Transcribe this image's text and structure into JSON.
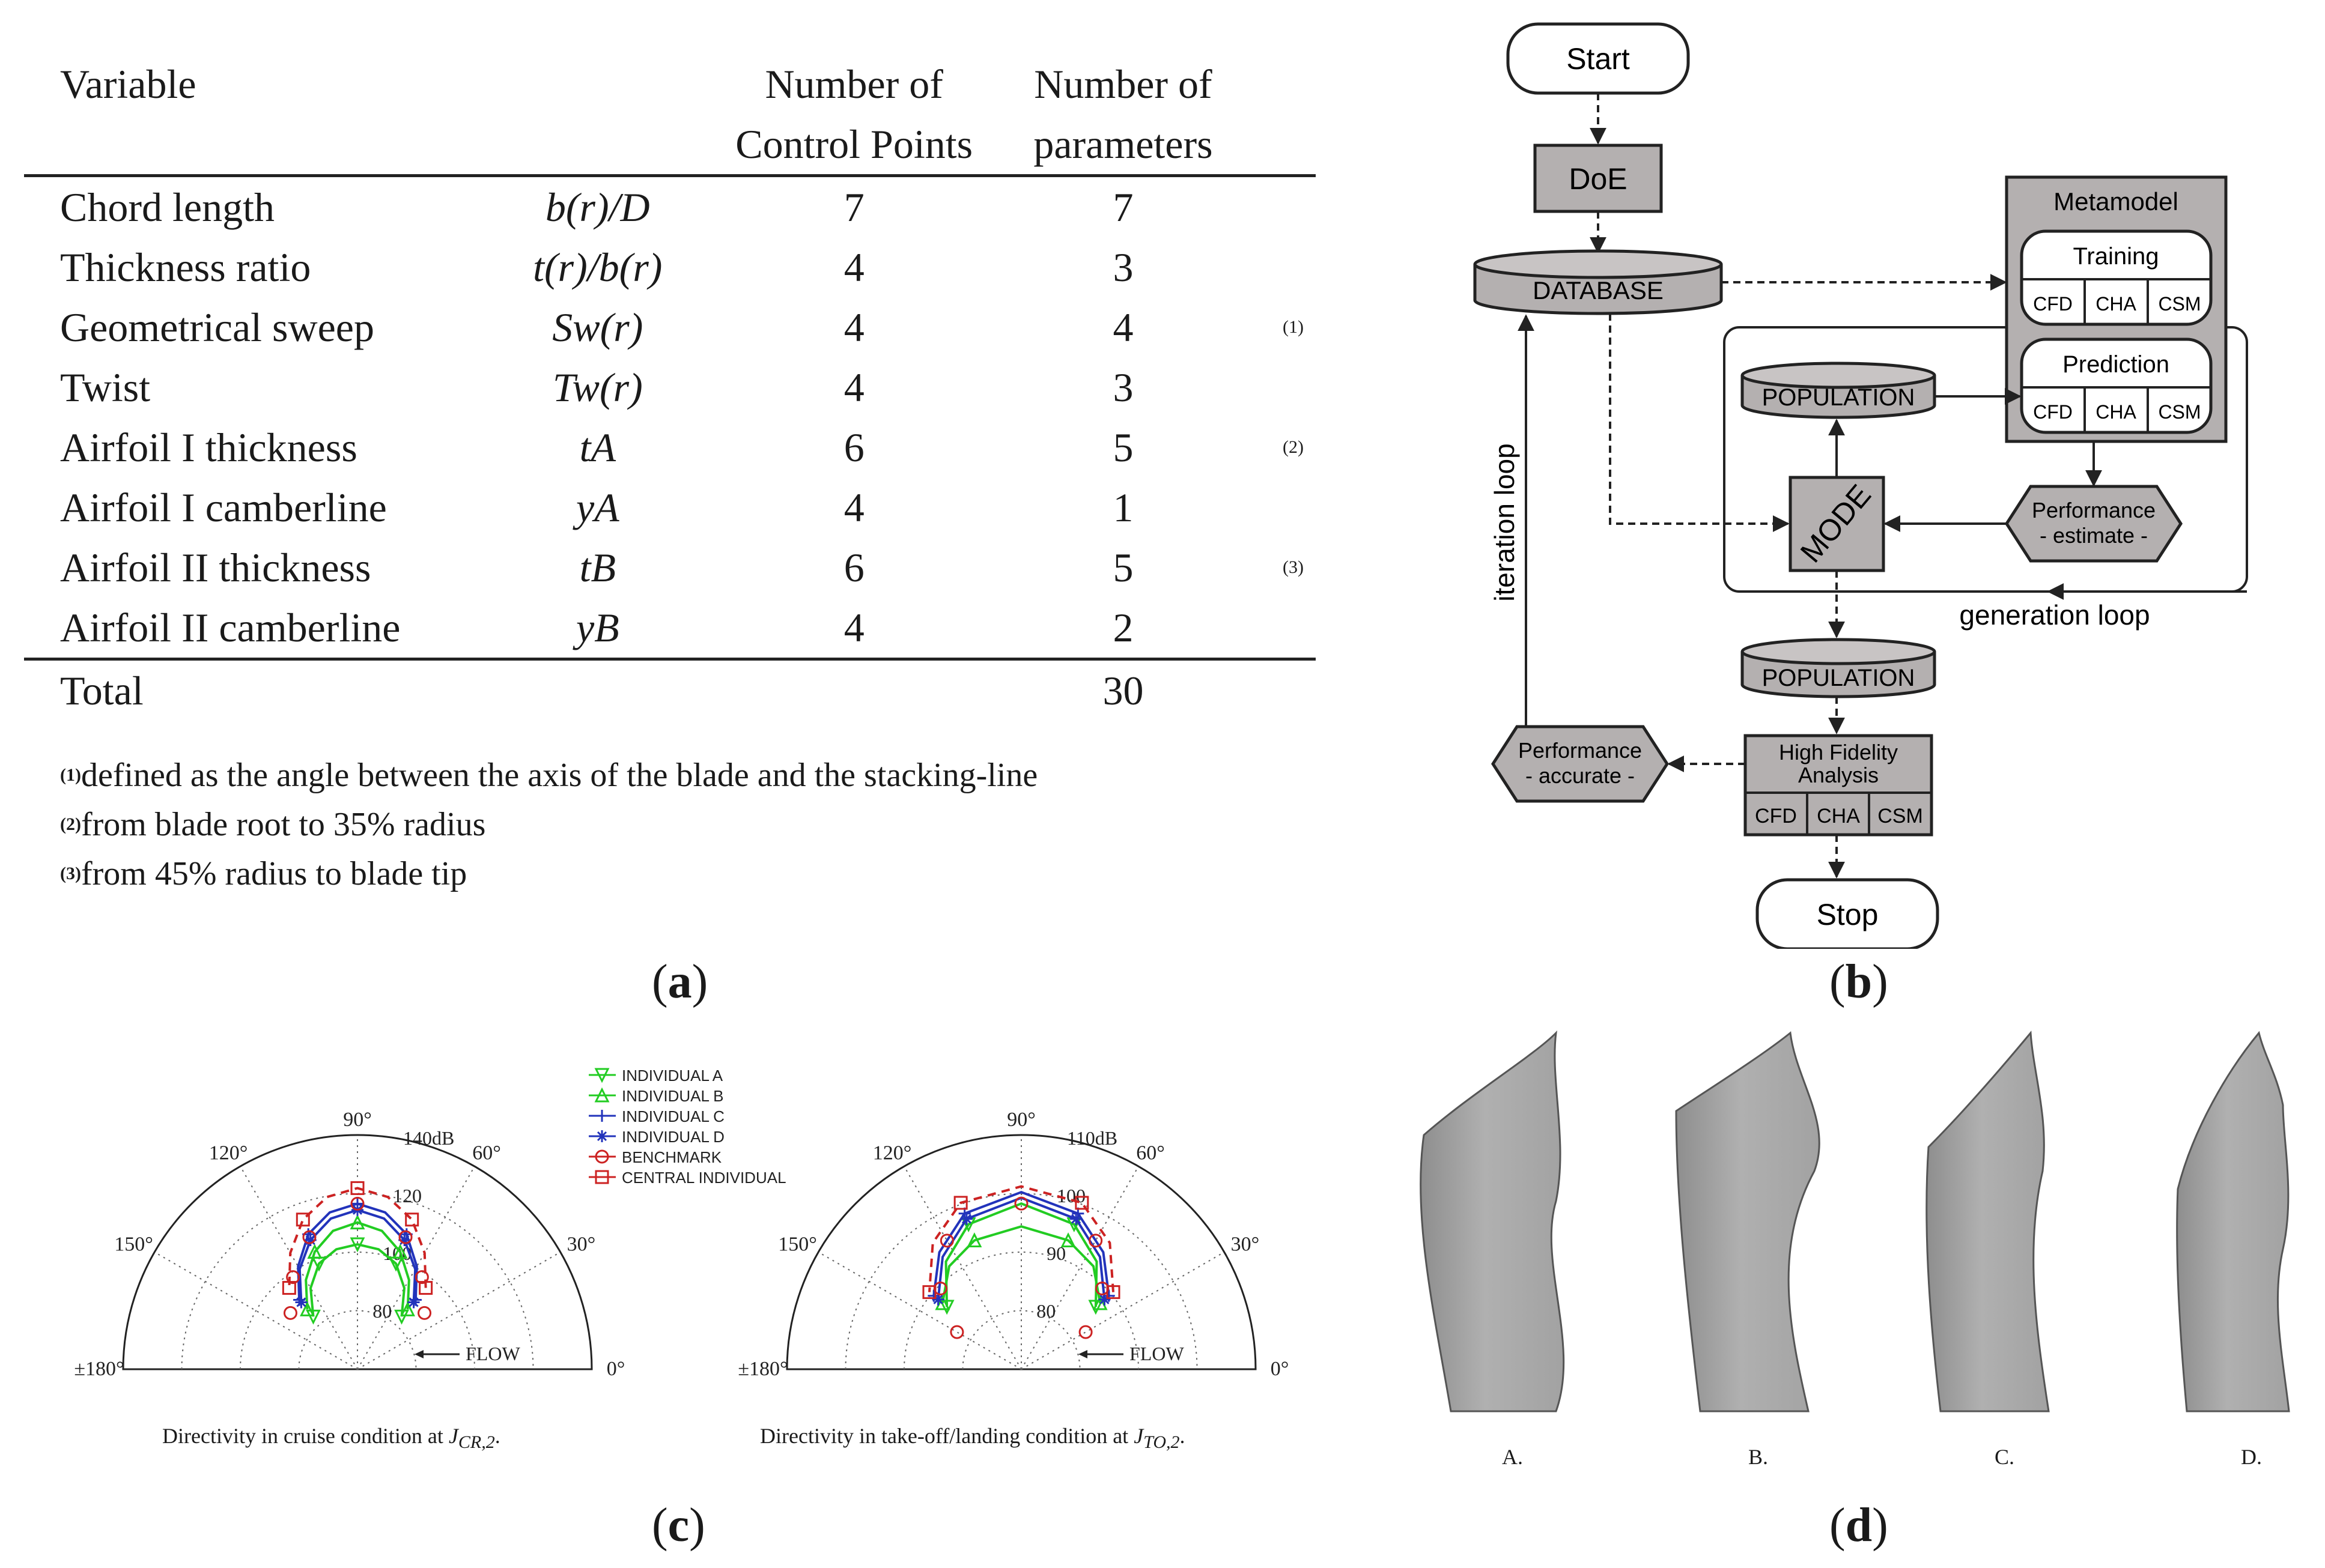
{
  "panel_a": {
    "label": "a",
    "headers": {
      "variable": "Variable",
      "ncp_line1": "Number of",
      "ncp_line2": "Control Points",
      "np_line1": "Number of",
      "np_line2": "parameters"
    },
    "rows": [
      {
        "name": "Chord length",
        "symbol": "b(r)/D",
        "ncp": "7",
        "np": "7",
        "note": ""
      },
      {
        "name": "Thickness ratio",
        "symbol": "t(r)/b(r)",
        "ncp": "4",
        "np": "3",
        "note": ""
      },
      {
        "name": "Geometrical sweep",
        "symbol": "Sw(r)",
        "ncp": "4",
        "np": "4",
        "note": "(1)"
      },
      {
        "name": "Twist",
        "symbol": "Tw(r)",
        "ncp": "4",
        "np": "3",
        "note": ""
      },
      {
        "name": "Airfoil I thickness",
        "symbol": "tA",
        "ncp": "6",
        "np": "5",
        "note": "(2)"
      },
      {
        "name": "Airfoil I camberline",
        "symbol": "yA",
        "ncp": "4",
        "np": "1",
        "note": ""
      },
      {
        "name": "Airfoil II thickness",
        "symbol": "tB",
        "ncp": "6",
        "np": "5",
        "note": "(3)"
      },
      {
        "name": "Airfoil II camberline",
        "symbol": "yB",
        "ncp": "4",
        "np": "2",
        "note": ""
      }
    ],
    "total": {
      "label": "Total",
      "value": "30"
    },
    "footnotes": [
      {
        "mark": "(1)",
        "text": "defined as the angle between the axis of the blade and the stacking-line"
      },
      {
        "mark": "(2)",
        "text": "from blade root to 35% radius"
      },
      {
        "mark": "(3)",
        "text": "from 45% radius to blade tip"
      }
    ]
  },
  "panel_b": {
    "label": "b",
    "start": "Start",
    "doe": "DoE",
    "database": "DATABASE",
    "metamodel": "Metamodel",
    "training": "Training",
    "prediction": "Prediction",
    "cfd": "CFD",
    "cha": "CHA",
    "csm": "CSM",
    "population": "POPULATION",
    "mode": "MODE",
    "perf_estimate_1": "Performance",
    "perf_estimate_2": "- estimate -",
    "generation_loop": "generation loop",
    "iteration_loop": "iteration loop",
    "hfa_1": "High Fidelity",
    "hfa_2": "Analysis",
    "perf_accurate_1": "Performance",
    "perf_accurate_2": "- accurate -",
    "stop": "Stop",
    "colors": {
      "box": "#b4b0b0",
      "border": "#222222"
    }
  },
  "panel_c": {
    "label": "c",
    "legend": [
      {
        "name": "INDIVIDUAL A",
        "color": "#22cc22",
        "marker": "tri-down"
      },
      {
        "name": "INDIVIDUAL B",
        "color": "#22cc22",
        "marker": "tri-up"
      },
      {
        "name": "INDIVIDUAL C",
        "color": "#2233bb",
        "marker": "plus"
      },
      {
        "name": "INDIVIDUAL D",
        "color": "#2233bb",
        "marker": "star"
      },
      {
        "name": "BENCHMARK",
        "color": "#cc2222",
        "marker": "circle"
      },
      {
        "name": "CENTRAL INDIVIDUAL",
        "color": "#cc2222",
        "marker": "square"
      }
    ],
    "angle_labels": [
      "±180°",
      "150°",
      "120°",
      "90°",
      "60°",
      "30°",
      "0°"
    ],
    "flow_label": "FLOW",
    "chart_data": [
      {
        "type": "line",
        "caption_prefix": "Directivity in cruise condition at ",
        "caption_var": "J",
        "caption_sub": "CR,2",
        "radial_labels": [
          "80",
          "100",
          "120",
          "140dB"
        ],
        "rlim": [
          70,
          145
        ],
        "series": [
          {
            "name": "INDIVIDUAL A",
            "points": [
              [
                50,
                92
              ],
              [
                60,
                100
              ],
              [
                70,
                106
              ],
              [
                80,
                109
              ],
              [
                90,
                110
              ],
              [
                100,
                109
              ],
              [
                110,
                106
              ],
              [
                120,
                100
              ],
              [
                130,
                92
              ]
            ]
          },
          {
            "name": "INDIVIDUAL B",
            "points": [
              [
                50,
                95
              ],
              [
                60,
                103
              ],
              [
                70,
                110
              ],
              [
                80,
                115
              ],
              [
                90,
                117
              ],
              [
                100,
                115
              ],
              [
                110,
                110
              ],
              [
                120,
                103
              ],
              [
                130,
                95
              ]
            ]
          },
          {
            "name": "INDIVIDUAL C",
            "points": [
              [
                50,
                99
              ],
              [
                60,
                108
              ],
              [
                70,
                116
              ],
              [
                80,
                121
              ],
              [
                90,
                123
              ],
              [
                100,
                121
              ],
              [
                110,
                116
              ],
              [
                120,
                108
              ],
              [
                130,
                99
              ]
            ]
          },
          {
            "name": "INDIVIDUAL D",
            "points": [
              [
                50,
                98
              ],
              [
                60,
                107
              ],
              [
                70,
                114
              ],
              [
                80,
                119
              ],
              [
                90,
                121
              ],
              [
                100,
                119
              ],
              [
                110,
                114
              ],
              [
                120,
                107
              ],
              [
                130,
                98
              ]
            ]
          },
          {
            "name": "BENCHMARK",
            "points": [
              [
                40,
                98
              ],
              [
                55,
                106
              ],
              [
                70,
                115
              ],
              [
                90,
                123
              ],
              [
                110,
                115
              ],
              [
                125,
                106
              ],
              [
                140,
                98
              ]
            ]
          },
          {
            "name": "CENTRAL INDIVIDUAL",
            "points": [
              [
                50,
                104
              ],
              [
                60,
                113
              ],
              [
                70,
                121
              ],
              [
                80,
                126
              ],
              [
                90,
                128
              ],
              [
                100,
                126
              ],
              [
                110,
                121
              ],
              [
                120,
                113
              ],
              [
                130,
                104
              ]
            ]
          }
        ]
      },
      {
        "type": "line",
        "caption_prefix": "Directivity in take-off/landing condition at ",
        "caption_var": "J",
        "caption_sub": "TO,2",
        "radial_labels": [
          "80",
          "90",
          "100",
          "110dB"
        ],
        "rlim": [
          75,
          116
        ],
        "series": [
          {
            "name": "INDIVIDUAL A",
            "points": [
              [
                40,
                92
              ],
              [
                55,
                98
              ],
              [
                70,
                102
              ],
              [
                90,
                104
              ],
              [
                110,
                102
              ],
              [
                125,
                98
              ],
              [
                140,
                92
              ]
            ]
          },
          {
            "name": "INDIVIDUAL B",
            "points": [
              [
                40,
                93
              ],
              [
                55,
                97
              ],
              [
                70,
                99
              ],
              [
                90,
                100
              ],
              [
                110,
                99
              ],
              [
                125,
                97
              ],
              [
                140,
                93
              ]
            ]
          },
          {
            "name": "INDIVIDUAL C",
            "points": [
              [
                40,
                95
              ],
              [
                55,
                100
              ],
              [
                70,
                104
              ],
              [
                90,
                106
              ],
              [
                110,
                104
              ],
              [
                125,
                100
              ],
              [
                140,
                95
              ]
            ]
          },
          {
            "name": "INDIVIDUAL D",
            "points": [
              [
                40,
                94
              ],
              [
                55,
                99
              ],
              [
                70,
                103
              ],
              [
                90,
                105
              ],
              [
                110,
                103
              ],
              [
                125,
                99
              ],
              [
                140,
                94
              ]
            ]
          },
          {
            "name": "BENCHMARK",
            "points": [
              [
                30,
                88
              ],
              [
                45,
                95
              ],
              [
                60,
                101
              ],
              [
                90,
                104
              ],
              [
                120,
                101
              ],
              [
                135,
                95
              ],
              [
                150,
                88
              ]
            ]
          },
          {
            "name": "CENTRAL INDIVIDUAL",
            "points": [
              [
                40,
                96
              ],
              [
                55,
                102
              ],
              [
                70,
                106
              ],
              [
                90,
                107
              ],
              [
                110,
                106
              ],
              [
                125,
                102
              ],
              [
                140,
                96
              ]
            ]
          }
        ]
      }
    ]
  },
  "panel_d": {
    "label": "d",
    "blades": [
      "A.",
      "B.",
      "C.",
      "D."
    ],
    "colors": {
      "blade": "#aaaaaa",
      "shade": "#8e8e8e"
    }
  }
}
